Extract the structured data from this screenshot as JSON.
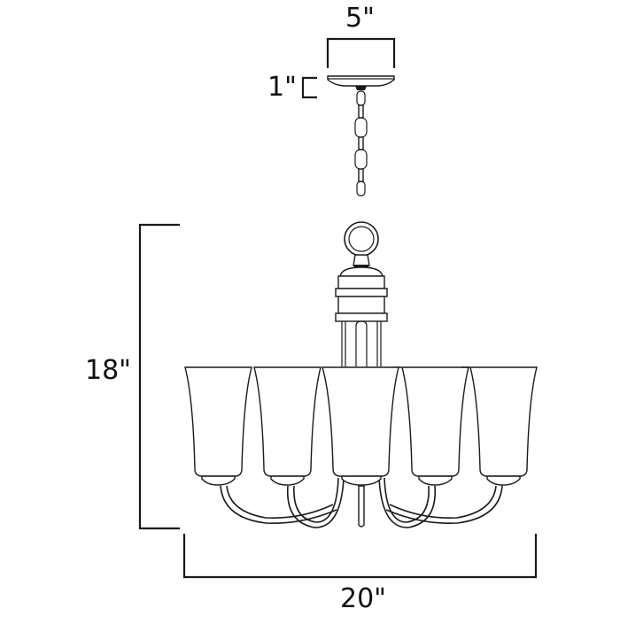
{
  "diagram": {
    "subject": "5-light chandelier dimension drawing",
    "dimensions": {
      "canopy_width": "5\"",
      "canopy_height": "1\"",
      "fixture_height": "18\"",
      "fixture_width": "20\""
    },
    "components": [
      "canopy",
      "chain",
      "loop",
      "center-column",
      "arms",
      "glass-shades"
    ],
    "shade_count": 5,
    "colors": {
      "line": "#1a1a1a",
      "background": "#ffffff"
    }
  }
}
